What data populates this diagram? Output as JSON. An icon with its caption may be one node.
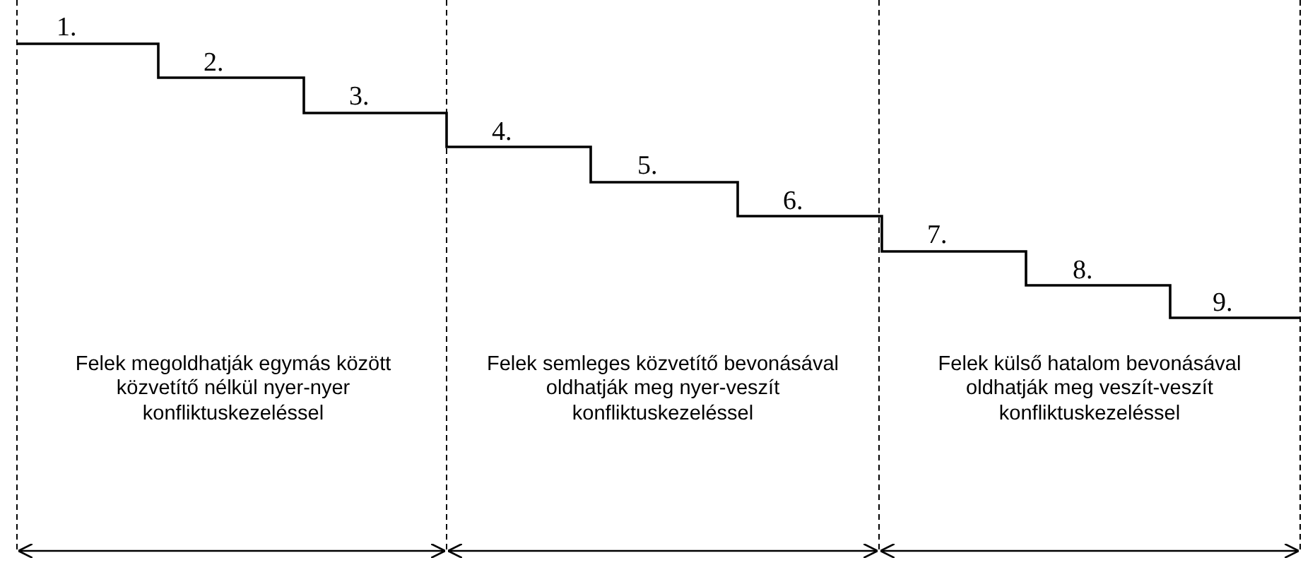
{
  "diagram": {
    "labels": [
      "1.",
      "2.",
      "3.",
      "4.",
      "5.",
      "6.",
      "7.",
      "8.",
      "9.",
      "Felek megoldhatják egymás között közvetítő nélkül nyer-nyer konfliktuskezeléssel",
      "Felek semleges közvetítő bevonásával oldhatják meg nyer-veszít konfliktuskezeléssel",
      "Felek külső hatalom bevonásával oldhatják meg veszít-veszít konfliktuskezeléssel"
    ]
  }
}
